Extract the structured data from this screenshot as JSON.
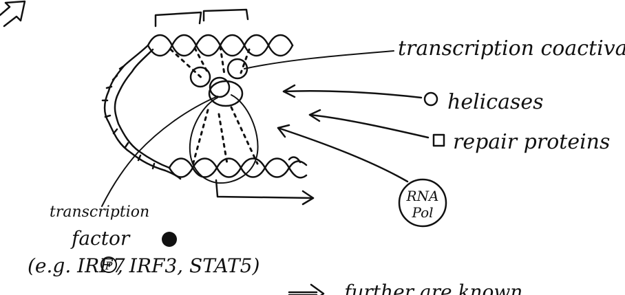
{
  "labels": {
    "coactivator": "transcription coactivator",
    "helicases": "helicases",
    "repair": "repair proteins",
    "rna_pol_line1": "RNA",
    "rna_pol_line2": "Pol",
    "tf_line1": "transcription",
    "tf_line2": "factor",
    "examples_prefix": "(e.g.  IRF7",
    "phospho_symbol": "P",
    "examples_suffix": ", IRF3, STAT5)",
    "bottom_fragment": "further        are        known"
  },
  "colors": {
    "ink": "#111111",
    "background": "#ffffff"
  },
  "icons": {
    "top_left": "hollow-arrow-icon",
    "bottom": "hollow-arrow-icon"
  }
}
